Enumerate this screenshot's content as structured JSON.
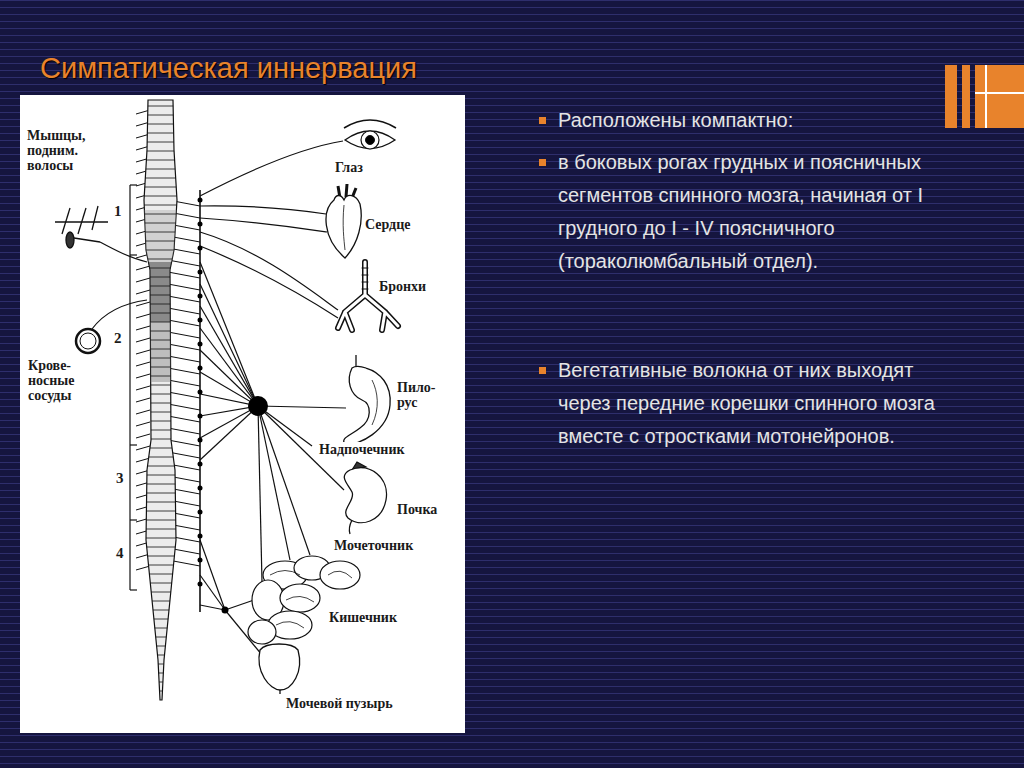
{
  "diagram": {
    "title": "Симпатическая иннервация",
    "labels": [
      "Мышцы, подним. волосы",
      "Глаз",
      "Сердце",
      "Бронхи",
      "1",
      "2",
      "Крове- носные сосуды",
      "Пило- рус",
      "Надпочечник",
      "3",
      "Почка",
      "4",
      "Мочеточник",
      "Кишечник",
      "Мочевой пузырь",
      "Расположены компактно:",
      "в боковых рогах грудных и поясничных сегментов спинного мозга, начиная от I грудного до I - IV поясничного (тораколюмбальный отдел).",
      "Вегетативные волокна от них выходят через передние корешки спинного мозга вместе с отростками мотонейронов."
    ]
  }
}
